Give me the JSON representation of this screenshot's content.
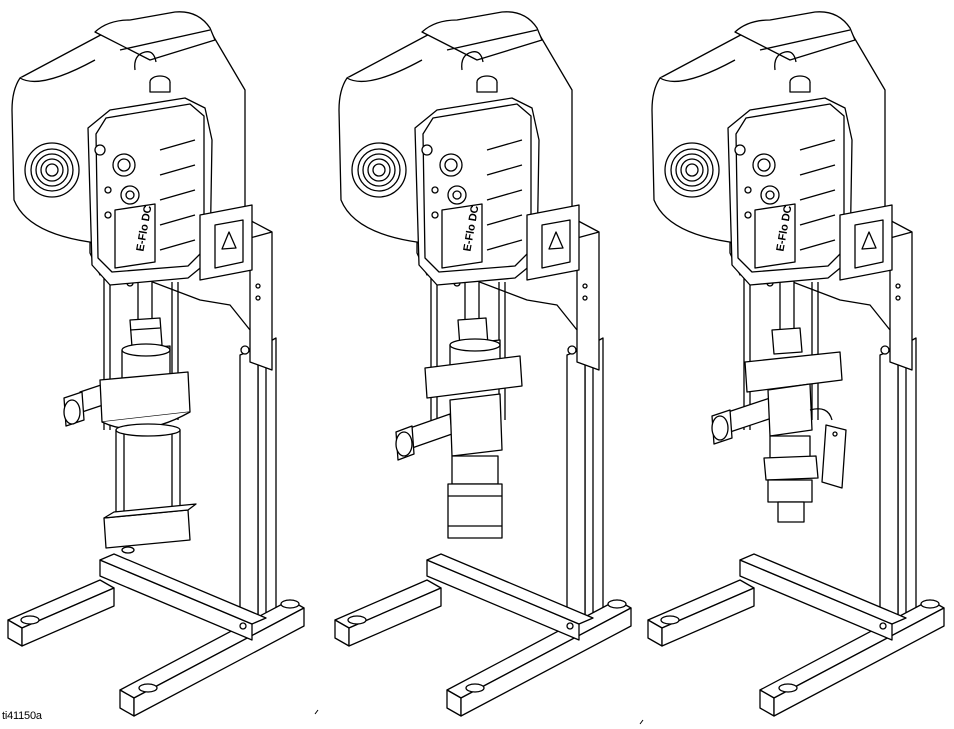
{
  "figure": {
    "reference_id": "ti41150a",
    "units": [
      {
        "variant": "long-lower-cylinder",
        "logo_text": "E-Flo DC"
      },
      {
        "variant": "short-lower-sleeve",
        "logo_text": "E-Flo DC"
      },
      {
        "variant": "tagged-lower-with-tee",
        "logo_text": "E-Flo DC"
      }
    ],
    "colors": {
      "line": "#000000",
      "fill": "#ffffff"
    }
  }
}
